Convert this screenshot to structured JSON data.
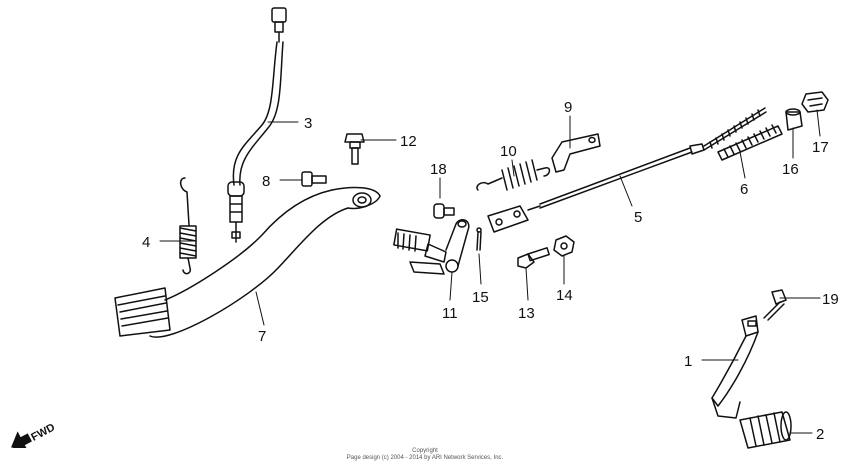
{
  "parts": [
    {
      "id": "part-1",
      "number": "1"
    },
    {
      "id": "part-2",
      "number": "2"
    },
    {
      "id": "part-3",
      "number": "3"
    },
    {
      "id": "part-4",
      "number": "4"
    },
    {
      "id": "part-5",
      "number": "5"
    },
    {
      "id": "part-6",
      "number": "6"
    },
    {
      "id": "part-7",
      "number": "7"
    },
    {
      "id": "part-8",
      "number": "8"
    },
    {
      "id": "part-9",
      "number": "9"
    },
    {
      "id": "part-10",
      "number": "10"
    },
    {
      "id": "part-11",
      "number": "11"
    },
    {
      "id": "part-12",
      "number": "12"
    },
    {
      "id": "part-13",
      "number": "13"
    },
    {
      "id": "part-14",
      "number": "14"
    },
    {
      "id": "part-15",
      "number": "15"
    },
    {
      "id": "part-16",
      "number": "16"
    },
    {
      "id": "part-17",
      "number": "17"
    },
    {
      "id": "part-18",
      "number": "18"
    },
    {
      "id": "part-19",
      "number": "19"
    }
  ],
  "direction_indicator": "FWD",
  "footer": {
    "line1": "Copyright",
    "line2": "Page design (c) 2004 - 2014 by ARI Network Services, Inc."
  },
  "colors": {
    "ink": "#111111",
    "paper": "#ffffff"
  }
}
